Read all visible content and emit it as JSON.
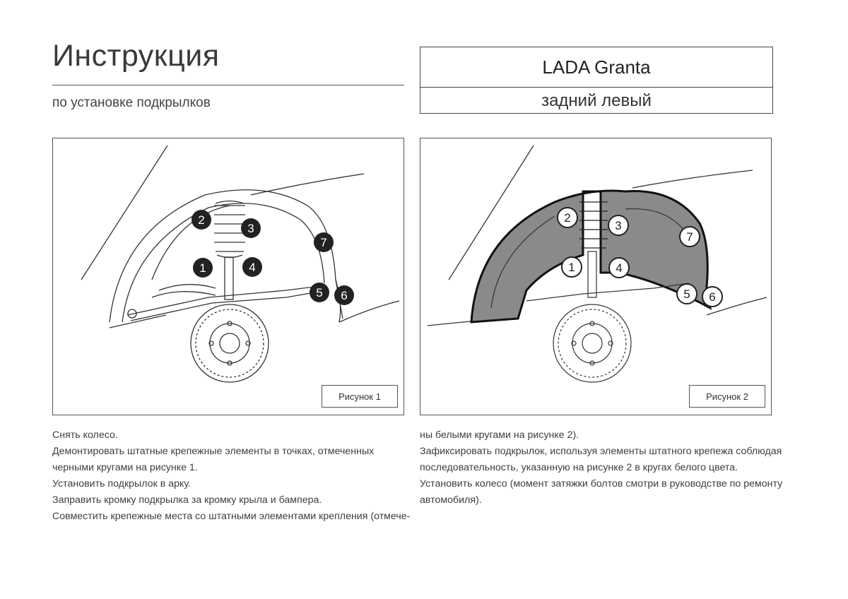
{
  "header": {
    "title": "Инструкция",
    "subtitle": "по установке подкрылков"
  },
  "model": {
    "name": "LADA Granta",
    "side": "задний левый"
  },
  "figures": [
    {
      "caption": "Рисунок 1",
      "markers": [
        "1",
        "2",
        "3",
        "4",
        "5",
        "6",
        "7"
      ],
      "marker_style": "black",
      "liner_fill": "none"
    },
    {
      "caption": "Рисунок 2",
      "markers": [
        "1",
        "2",
        "3",
        "4",
        "5",
        "6",
        "7"
      ],
      "marker_style": "white",
      "liner_fill": "#8a8a8a"
    }
  ],
  "instructions": {
    "left_lines": [
      "Снять колесо.",
      "Демонтировать штатные крепежные элементы в точках, отмеченных",
      "черными кругами на рисунке 1.",
      "Установить подкрылок в арку.",
      "Заправить кромку подкрылка за кромку крыла и бампера.",
      "Совместить крепежные места со штатными элементами крепления (отмече-"
    ],
    "right_lines": [
      "ны белыми кругами на рисунке 2).",
      "Зафиксировать подкрылок, используя элементы штатного крепежа соблюдая",
      "последовательность, указанную на рисунке 2 в кругах белого цвета.",
      "Установить колесо (момент затяжки болтов смотри в руководстве по ремонту",
      "автомобиля)."
    ]
  }
}
